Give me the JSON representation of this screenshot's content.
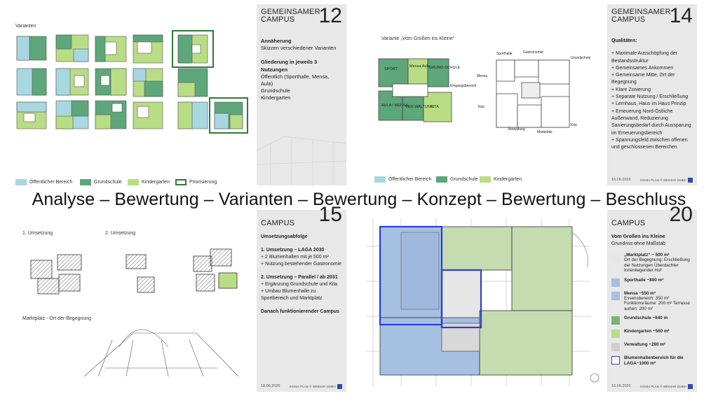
{
  "slides": {
    "s12": {
      "title": "GEMEINSAMER\nCAMPUS",
      "title_line1": "GEMEINSAMER",
      "title_line2": "CAMPUS",
      "number": "12",
      "sketch_label": "Varianten",
      "heading1": "Annäherung",
      "line1": "Skizzen verschiedener Varianten",
      "heading2": "Gliederung in jeweils 3 Nutzungen",
      "line2": "Öffentlich (Sporthalle, Mensa, Aula)",
      "line3": "Grundschule",
      "line4": "Kindergarten",
      "legend": [
        "Öffentlicher Bereich",
        "Grundschule",
        "Kindergarten",
        "Priorisierung"
      ]
    },
    "s14": {
      "title_line1": "GEMEINSAMER",
      "title_line2": "CAMPUS",
      "number": "14",
      "sketch_label": "Variante „Vom Großen ins Kleine“",
      "heading": "Qualitäten:",
      "items": [
        "+ Maximale Ausschöpfung der Bestandsstruktur",
        "+ Gemeinsames Ankommen",
        "+ Gemeinsame Mitte, Ort der Begegnung",
        "+ Klare Zonierung",
        "+ Separate Nutzung / Erschließung",
        "+ Lernhaus, Haus im Haus Prinzip",
        "+ Erneuerung Nord-Östliche Außenwand, Reduzierung Sanierungsbedarf durch Aussparung im Erneuerungsbereich",
        "+ Spannungsfeld zwischen offenen und geschlossenen Bereichen"
      ],
      "date": "16.06.2026",
      "legend": [
        "Öffentlicher Bereich",
        "Grundschule",
        "Kindergarten"
      ],
      "sketch_labels_left": [
        "SPORT",
        "Mensa Aula",
        "GRUND-SCHULE",
        "KITA",
        "AULA / MENSA",
        "VER-WALTUNG"
      ],
      "sketch_labels_right": [
        "Sporthalle",
        "Gastronomie",
        "Grundschule",
        "Mensa",
        "Markplatz",
        "Kita",
        "Verwaltung",
        "Eingangsbereich",
        "Kita"
      ]
    },
    "s15": {
      "title_line2": "CAMPUS",
      "number": "15",
      "heading": "Umsetzungsabfolge",
      "phase1_title": "1. Umsetzung – LAGA 2030",
      "phase1_items": [
        "+ 2 Blumenhallen mit je 500 m²",
        "+ Nutzung bestehender Gastronomie"
      ],
      "phase2_title": "2. Umsetzung – Parallel / ab 2031",
      "phase2_items": [
        "+ Ergänzung Grundschule und Kita",
        "+ Umbau Blumenhalle zu Sportbereich und Marktplatz"
      ],
      "closing": "Danach funktionierender Campus",
      "date": "16.06.2026",
      "label_u1": "1. Umsetzung",
      "label_u2": "2. Umsetzung",
      "label_market": "Marktplatz - Ort der Begegnung"
    },
    "s20": {
      "title_line2": "CAMPUS",
      "number": "20",
      "heading": "Vom Großen ins Kleine",
      "subheading": "Grundriss ohne Maßstab",
      "rooms": [
        {
          "label": "„Marktplatz“ ~ 500 m²",
          "sub": "Ort der Begegnung; Erschließung der Nutzungen Überdachter Innenliegender Hof",
          "color": "#e6e6e6"
        },
        {
          "label": "Sporthalle ~800 m²",
          "sub": "",
          "color": "#a6c0e2"
        },
        {
          "label": "Mensa ~550 m²",
          "sub": "Essensbereich: 350 m² Funktionsräume: 200 m² Terrasse außen: 200 m²",
          "color": "#a6c0e2"
        },
        {
          "label": "Grundschule ~640 m",
          "sub": "",
          "color": "#7fb077"
        },
        {
          "label": "Kindergarten ~560 m²",
          "sub": "",
          "color": "#b8dd8c"
        },
        {
          "label": "Verwaltung ~280 m²",
          "sub": "",
          "color": "#cfcfcf"
        },
        {
          "label": "Blumenhallenbereich für die LAGA~1000 m²",
          "sub": "",
          "color": "#ffffff"
        }
      ],
      "date": "16.06.2026"
    }
  },
  "headline": "Analyse – Bewertung – Varianten – Bewertung – Konzept – Bewertung – Beschluss",
  "footer_logo": "SIGMA PLAN ® WEIMAR GMBH",
  "colors": {
    "public": "#a8d7e0",
    "school": "#5da77a",
    "kinder": "#b9dd85",
    "priority": "#2f7a3a",
    "laga": "#2a3fd0"
  }
}
